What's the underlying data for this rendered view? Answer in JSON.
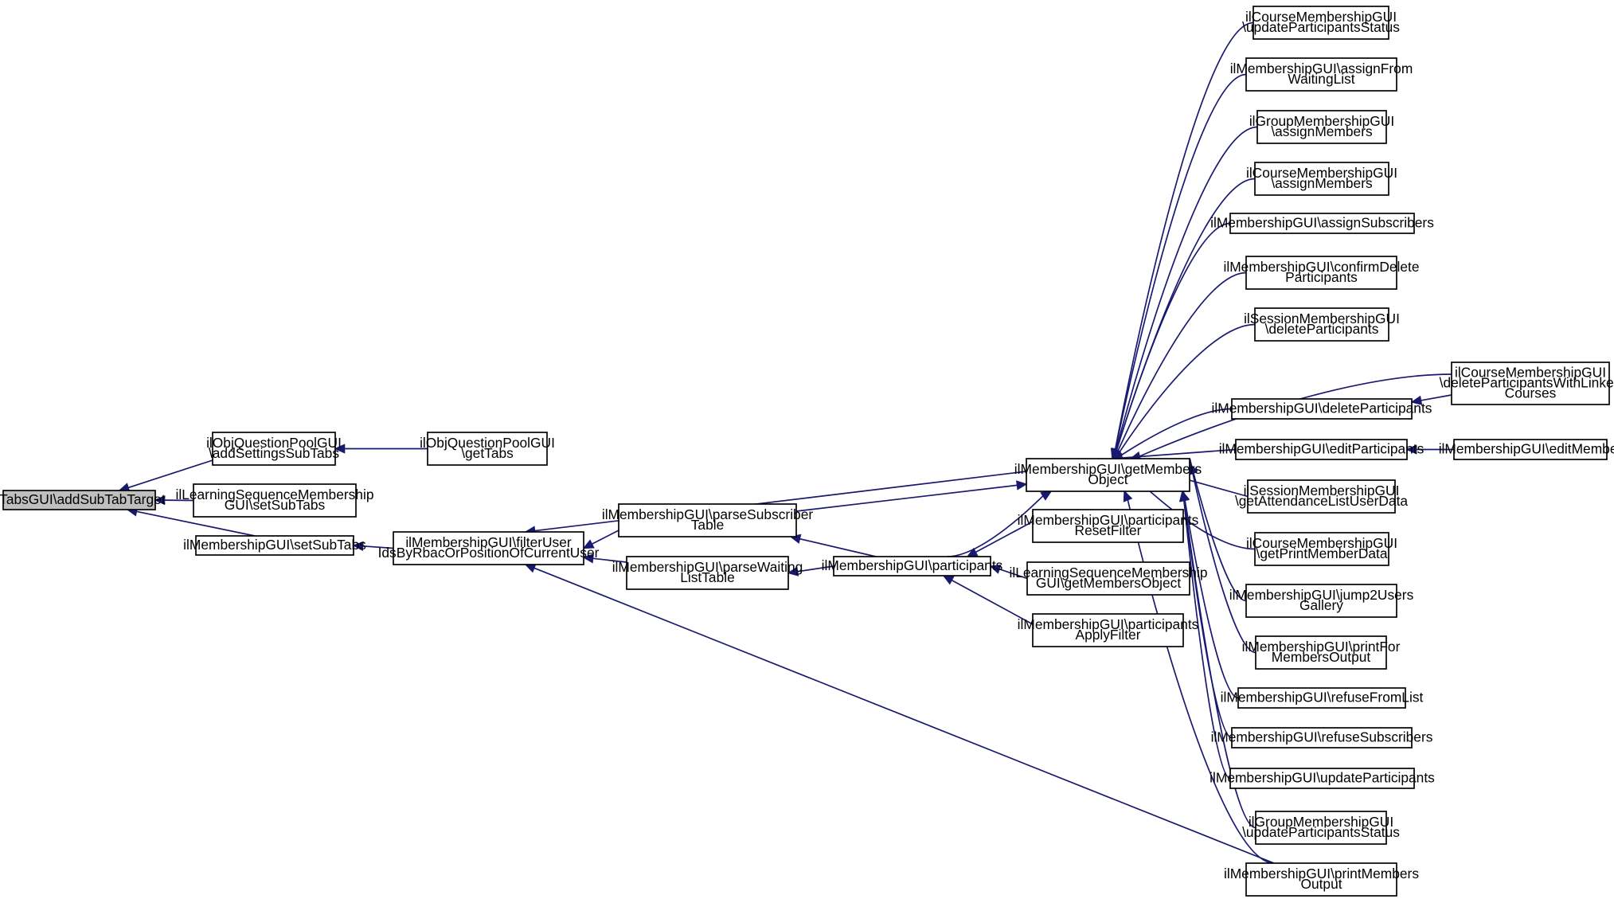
{
  "colors": {
    "edge": "#191970",
    "node_border": "#000000",
    "root_fill": "#bfbfbf",
    "background": "#ffffff"
  },
  "nodes": [
    {
      "id": "root",
      "lines": [
        "ilTabsGUI\\addSubTabTarget"
      ],
      "root": true
    },
    {
      "id": "qp_addSettings",
      "lines": [
        "ilObjQuestionPoolGUI",
        "\\addSettingsSubTabs"
      ]
    },
    {
      "id": "qp_getTabs",
      "lines": [
        "ilObjQuestionPoolGUI",
        "\\getTabs"
      ]
    },
    {
      "id": "ls_setSubTabs",
      "lines": [
        "ilLearningSequenceMembership",
        "GUI\\setSubTabs"
      ]
    },
    {
      "id": "mem_setSubTabs",
      "lines": [
        "ilMembershipGUI\\setSubTabs"
      ]
    },
    {
      "id": "filterUser",
      "lines": [
        "ilMembershipGUI\\filterUser",
        "IdsByRbacOrPositionOfCurrentUser"
      ]
    },
    {
      "id": "parseSubscriber",
      "lines": [
        "ilMembershipGUI\\parseSubscriber",
        "Table"
      ]
    },
    {
      "id": "parseWaiting",
      "lines": [
        "ilMembershipGUI\\parseWaiting",
        "ListTable"
      ]
    },
    {
      "id": "participants",
      "lines": [
        "ilMembershipGUI\\participants"
      ]
    },
    {
      "id": "getMembersObject",
      "lines": [
        "ilMembershipGUI\\getMembers",
        "Object"
      ]
    },
    {
      "id": "participantsReset",
      "lines": [
        "ilMembershipGUI\\participants",
        "ResetFilter"
      ]
    },
    {
      "id": "ls_getMembersObject",
      "lines": [
        "ilLearningSequenceMembership",
        "GUI\\getMembersObject"
      ]
    },
    {
      "id": "participantsApply",
      "lines": [
        "ilMembershipGUI\\participants",
        "ApplyFilter"
      ]
    },
    {
      "id": "c_updatePartStatus",
      "lines": [
        "ilCourseMembershipGUI",
        "\\updateParticipantsStatus"
      ]
    },
    {
      "id": "m_assignFromWaiting",
      "lines": [
        "ilMembershipGUI\\assignFrom",
        "WaitingList"
      ]
    },
    {
      "id": "g_assignMembers",
      "lines": [
        "ilGroupMembershipGUI",
        "\\assignMembers"
      ]
    },
    {
      "id": "c_assignMembers",
      "lines": [
        "ilCourseMembershipGUI",
        "\\assignMembers"
      ]
    },
    {
      "id": "m_assignSubscribers",
      "lines": [
        "ilMembershipGUI\\assignSubscribers"
      ]
    },
    {
      "id": "m_confirmDelete",
      "lines": [
        "ilMembershipGUI\\confirmDelete",
        "Participants"
      ]
    },
    {
      "id": "s_deleteParticipants",
      "lines": [
        "ilSessionMembershipGUI",
        "\\deleteParticipants"
      ]
    },
    {
      "id": "m_deleteParticipants",
      "lines": [
        "ilMembershipGUI\\deleteParticipants"
      ]
    },
    {
      "id": "c_deleteLinked",
      "lines": [
        "ilCourseMembershipGUI",
        "\\deleteParticipantsWithLinked",
        "Courses"
      ]
    },
    {
      "id": "m_editParticipants",
      "lines": [
        "ilMembershipGUI\\editParticipants"
      ]
    },
    {
      "id": "m_editMember",
      "lines": [
        "ilMembershipGUI\\editMember"
      ]
    },
    {
      "id": "s_getAttendance",
      "lines": [
        "ilSessionMembershipGUI",
        "\\getAttendanceListUserData"
      ]
    },
    {
      "id": "c_getPrintMember",
      "lines": [
        "ilCourseMembershipGUI",
        "\\getPrintMemberData"
      ]
    },
    {
      "id": "m_jump2Users",
      "lines": [
        "ilMembershipGUI\\jump2Users",
        "Gallery"
      ]
    },
    {
      "id": "m_printFor",
      "lines": [
        "ilMembershipGUI\\printFor",
        "MembersOutput"
      ]
    },
    {
      "id": "m_refuseFromList",
      "lines": [
        "ilMembershipGUI\\refuseFromList"
      ]
    },
    {
      "id": "m_refuseSubscribers",
      "lines": [
        "ilMembershipGUI\\refuseSubscribers"
      ]
    },
    {
      "id": "m_updateParticipants",
      "lines": [
        "ilMembershipGUI\\updateParticipants"
      ]
    },
    {
      "id": "g_updatePartStatus",
      "lines": [
        "ilGroupMembershipGUI",
        "\\updateParticipantsStatus"
      ]
    },
    {
      "id": "m_printMembers",
      "lines": [
        "ilMembershipGUI\\printMembers",
        "Output"
      ]
    }
  ],
  "edges": [
    {
      "from": "qp_addSettings",
      "to": "root"
    },
    {
      "from": "ls_setSubTabs",
      "to": "root"
    },
    {
      "from": "mem_setSubTabs",
      "to": "root"
    },
    {
      "from": "qp_getTabs",
      "to": "qp_addSettings"
    },
    {
      "from": "filterUser",
      "to": "mem_setSubTabs"
    },
    {
      "from": "getMembersObject",
      "to": "filterUser"
    },
    {
      "from": "parseSubscriber",
      "to": "filterUser"
    },
    {
      "from": "parseWaiting",
      "to": "filterUser"
    },
    {
      "from": "m_printMembers",
      "to": "filterUser"
    },
    {
      "from": "parseSubscriber",
      "to": "getMembersObject"
    },
    {
      "from": "participants",
      "to": "parseSubscriber"
    },
    {
      "from": "participants",
      "to": "parseWaiting"
    },
    {
      "from": "participants",
      "to": "getMembersObject"
    },
    {
      "from": "participantsReset",
      "to": "participants"
    },
    {
      "from": "ls_getMembersObject",
      "to": "participants"
    },
    {
      "from": "participantsApply",
      "to": "participants"
    },
    {
      "from": "c_updatePartStatus",
      "to": "getMembersObject"
    },
    {
      "from": "m_assignFromWaiting",
      "to": "getMembersObject"
    },
    {
      "from": "g_assignMembers",
      "to": "getMembersObject"
    },
    {
      "from": "c_assignMembers",
      "to": "getMembersObject"
    },
    {
      "from": "m_assignSubscribers",
      "to": "getMembersObject"
    },
    {
      "from": "m_confirmDelete",
      "to": "getMembersObject"
    },
    {
      "from": "s_deleteParticipants",
      "to": "getMembersObject"
    },
    {
      "from": "c_deleteLinked",
      "to": "getMembersObject"
    },
    {
      "from": "m_deleteParticipants",
      "to": "getMembersObject"
    },
    {
      "from": "c_deleteLinked",
      "to": "m_deleteParticipants"
    },
    {
      "from": "m_editParticipants",
      "to": "getMembersObject"
    },
    {
      "from": "m_editMember",
      "to": "m_editParticipants"
    },
    {
      "from": "s_getAttendance",
      "to": "getMembersObject"
    },
    {
      "from": "c_getPrintMember",
      "to": "getMembersObject"
    },
    {
      "from": "m_jump2Users",
      "to": "getMembersObject"
    },
    {
      "from": "m_printFor",
      "to": "getMembersObject"
    },
    {
      "from": "m_refuseFromList",
      "to": "getMembersObject"
    },
    {
      "from": "m_refuseSubscribers",
      "to": "getMembersObject"
    },
    {
      "from": "m_updateParticipants",
      "to": "getMembersObject"
    },
    {
      "from": "g_updatePartStatus",
      "to": "getMembersObject"
    },
    {
      "from": "m_printMembers",
      "to": "getMembersObject"
    }
  ]
}
